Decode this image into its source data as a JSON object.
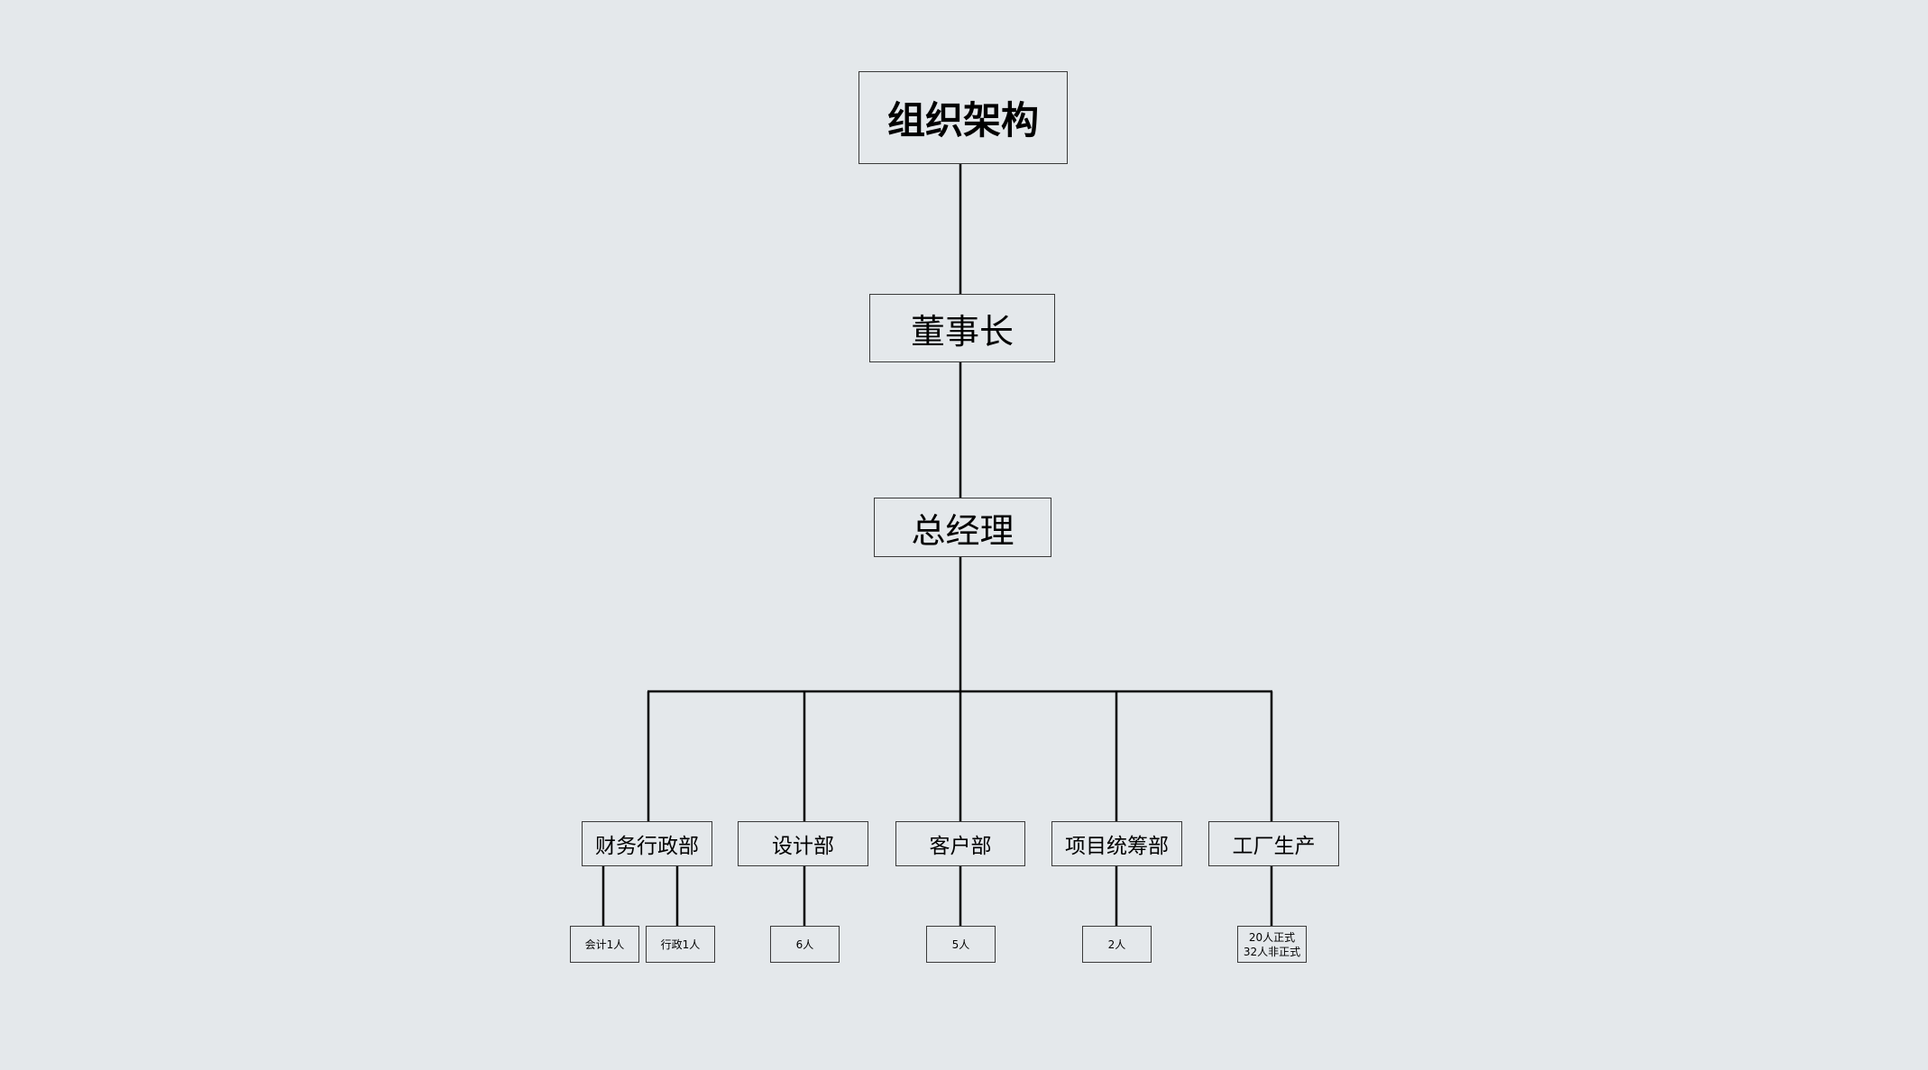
{
  "title": "组织架构",
  "chairman": "董事长",
  "general_manager": "总经理",
  "departments": [
    {
      "name": "财务行政部",
      "children": [
        "会计1人",
        "行政1人"
      ]
    },
    {
      "name": "设计部",
      "children": [
        "6人"
      ]
    },
    {
      "name": "客户部",
      "children": [
        "5人"
      ]
    },
    {
      "name": "项目统筹部",
      "children": [
        "2人"
      ]
    },
    {
      "name": "工厂生产",
      "children": [
        "20人正式",
        "32人非正式"
      ]
    }
  ]
}
